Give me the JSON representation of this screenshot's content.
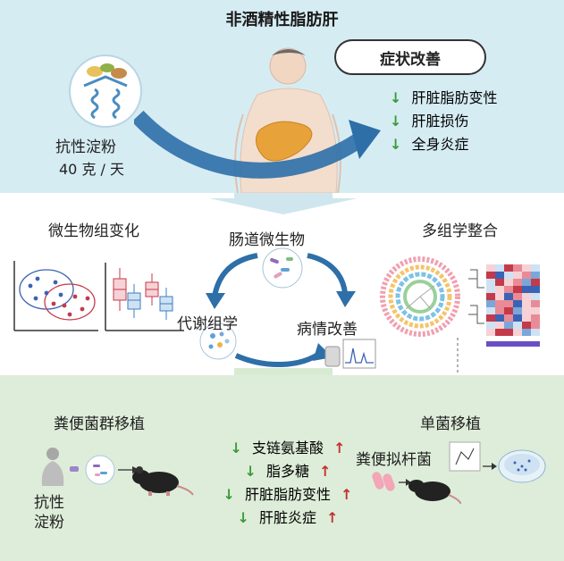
{
  "top": {
    "title": "非酒精性脂肪肝",
    "intervention_name": "抗性淀粉",
    "dose": "40 克 / 天",
    "improvement_header": "症状改善",
    "improvements": [
      "肝脏脂肪变性",
      "肝脏损伤",
      "全身炎症"
    ],
    "colors": {
      "panel": "#d6ecf3",
      "arrow": "#2e6fa8",
      "liver": "#e8a23a"
    }
  },
  "middle": {
    "left_heading": "微生物组变化",
    "right_heading": "多组学整合",
    "cycle": {
      "gut": "肠道微生物",
      "metabolomics": "代谢组学",
      "disease": "病情改善"
    }
  },
  "bottom": {
    "fmt_heading": "粪便菌群移植",
    "donor_label_line1": "抗性",
    "donor_label_line2": "淀粉",
    "effects": [
      {
        "label": "支链氨基酸",
        "down": true,
        "up": true
      },
      {
        "label": "脂多糖",
        "down": true,
        "up": true
      },
      {
        "label": "肝脏脂肪变性",
        "down": true,
        "up": true
      },
      {
        "label": "肝脏炎症",
        "down": true,
        "up": true
      }
    ],
    "mono_heading": "单菌移植",
    "bacterium": "粪便拟杆菌",
    "colors": {
      "panel": "#deedd9",
      "down": "#3a9a3a",
      "up": "#c23232"
    }
  }
}
